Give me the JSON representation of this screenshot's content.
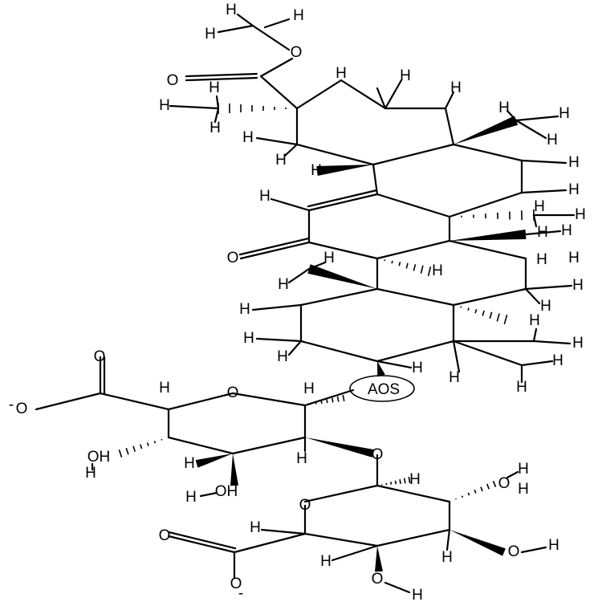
{
  "molecule": {
    "atom_labels": {
      "hydrogen": "H",
      "oxygen": "O",
      "oxygen_anion": "O",
      "charge": "-",
      "hydroxyl": "OH",
      "abbrev_group": "AOS"
    }
  },
  "colors": {
    "bond": "#000000",
    "aromatic_bond": "#2a2a4a",
    "background": "#ffffff"
  }
}
